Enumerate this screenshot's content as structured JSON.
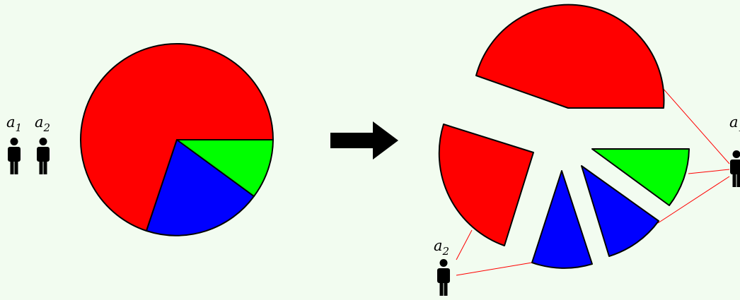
{
  "colors": {
    "background": "#f2fcf0",
    "red": "#ff0000",
    "green": "#00ff00",
    "blue": "#0000ff",
    "outline": "#000000",
    "connector": "#ff0000"
  },
  "agents": [
    {
      "id": "a1",
      "letter": "a",
      "subscript": "1"
    },
    {
      "id": "a2",
      "letter": "a",
      "subscript": "2"
    }
  ],
  "left_cake": {
    "pieces": [
      {
        "color": "red"
      },
      {
        "color": "blue"
      },
      {
        "color": "green"
      }
    ]
  },
  "arrow": {
    "icon": "right-arrow-icon"
  },
  "right_division": {
    "pieces": [
      {
        "color": "red",
        "assigned_to": "a1"
      },
      {
        "color": "green",
        "assigned_to": "a1"
      },
      {
        "color": "blue",
        "assigned_to": "a1"
      },
      {
        "color": "red",
        "assigned_to": "a2"
      },
      {
        "color": "blue",
        "assigned_to": "a2"
      }
    ]
  }
}
